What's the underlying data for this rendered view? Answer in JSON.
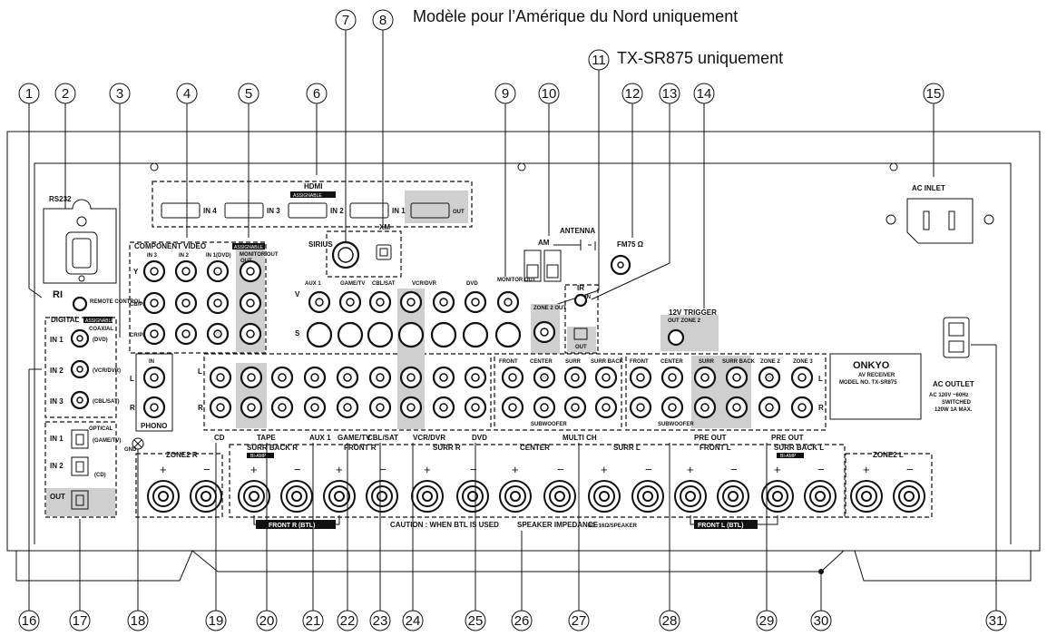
{
  "header": {
    "note_na": "Modèle pour l’Amérique du Nord uniquement",
    "note_model": "TX-SR875 uniquement"
  },
  "callouts": [
    "1",
    "2",
    "3",
    "4",
    "5",
    "6",
    "7",
    "8",
    "9",
    "10",
    "11",
    "12",
    "13",
    "14",
    "15",
    "16",
    "17",
    "18",
    "19",
    "20",
    "21",
    "22",
    "23",
    "24",
    "25",
    "26",
    "27",
    "28",
    "29",
    "30",
    "31"
  ],
  "panel": {
    "rs232": "RS232",
    "remote_control": "REMOTE CONTROL",
    "ri": "RI",
    "digital": "DIGITAL",
    "assignable": "ASSIGNABLE",
    "coaxial": "COAXIAL",
    "optical": "OPTICAL",
    "in1": "IN 1",
    "in2": "IN 2",
    "in3": "IN 3",
    "in4": "IN 4",
    "in1dvd": "IN 1(DVD)",
    "dvd_p": "(DVD)",
    "vcrdvr_p": "(VCR/DVR)",
    "cblsat_p": "(CBL/SAT)",
    "gametv_p": "(GAME/TV)",
    "cd_p": "(CD)",
    "out": "OUT",
    "hdmi": "HDMI",
    "component_video": "COMPONENT VIDEO",
    "monitor_out": "MONITOR OUT",
    "y": "Y",
    "cbpb": "CB/PB",
    "crpr": "CR/PR",
    "sirius": "SIRIUS",
    "xm": "XM",
    "am": "AM",
    "antenna": "ANTENNA",
    "fm": "FM75 Ω",
    "zone2_out": "ZONE 2 OUT",
    "ir": "IR",
    "in": "IN",
    "trigger": "12V TRIGGER",
    "trigger_zone": "OUT ZONE 2",
    "ac_inlet": "AC INLET",
    "ac_outlet": "AC OUTLET",
    "ac_outlet_spec": "AC 120V ~60Hz",
    "switched": "SWITCHED",
    "max": "120W 1A MAX.",
    "brand": "ONKYO",
    "av_receiver": "AV RECEIVER",
    "model": "MODEL NO. TX-SR875",
    "v": "V",
    "s": "S",
    "l": "L",
    "r": "R",
    "phono": "PHONO",
    "gnd": "GND",
    "aux1": "AUX 1",
    "gametv": "GAME/TV",
    "cblsat": "CBL/SAT",
    "vcrdvr": "VCR/DVR",
    "dvd": "DVD",
    "cd": "CD",
    "tape": "TAPE",
    "front": "FRONT",
    "center": "CENTER",
    "surr": "SURR",
    "surr_back": "SURR BACK",
    "subwoofer": "SUBWOOFER",
    "multi_ch": "MULTI CH",
    "pre_out": "PRE OUT",
    "zone2": "ZONE 2",
    "zone3": "ZONE 3",
    "zone2r": "ZONE2 R",
    "zone2l": "ZONE2 L",
    "surr_back_r": "SURR BACK R",
    "surr_back_l": "SURR BACK L",
    "biamp": "BI-AMP",
    "front_r": "FRONT R",
    "surr_r": "SURR R",
    "surr_l": "SURR L",
    "front_l": "FRONT L",
    "front_r_btl": "FRONT R (BTL)",
    "front_l_btl": "FRONT L (BTL)",
    "caution": "CAUTION : WHEN BTL IS USED",
    "impedance": "SPEAKER IMPEDANCE",
    "impedance_val": "8Ω~16Ω/SPEAKER",
    "plus": "+",
    "minus": "−"
  }
}
